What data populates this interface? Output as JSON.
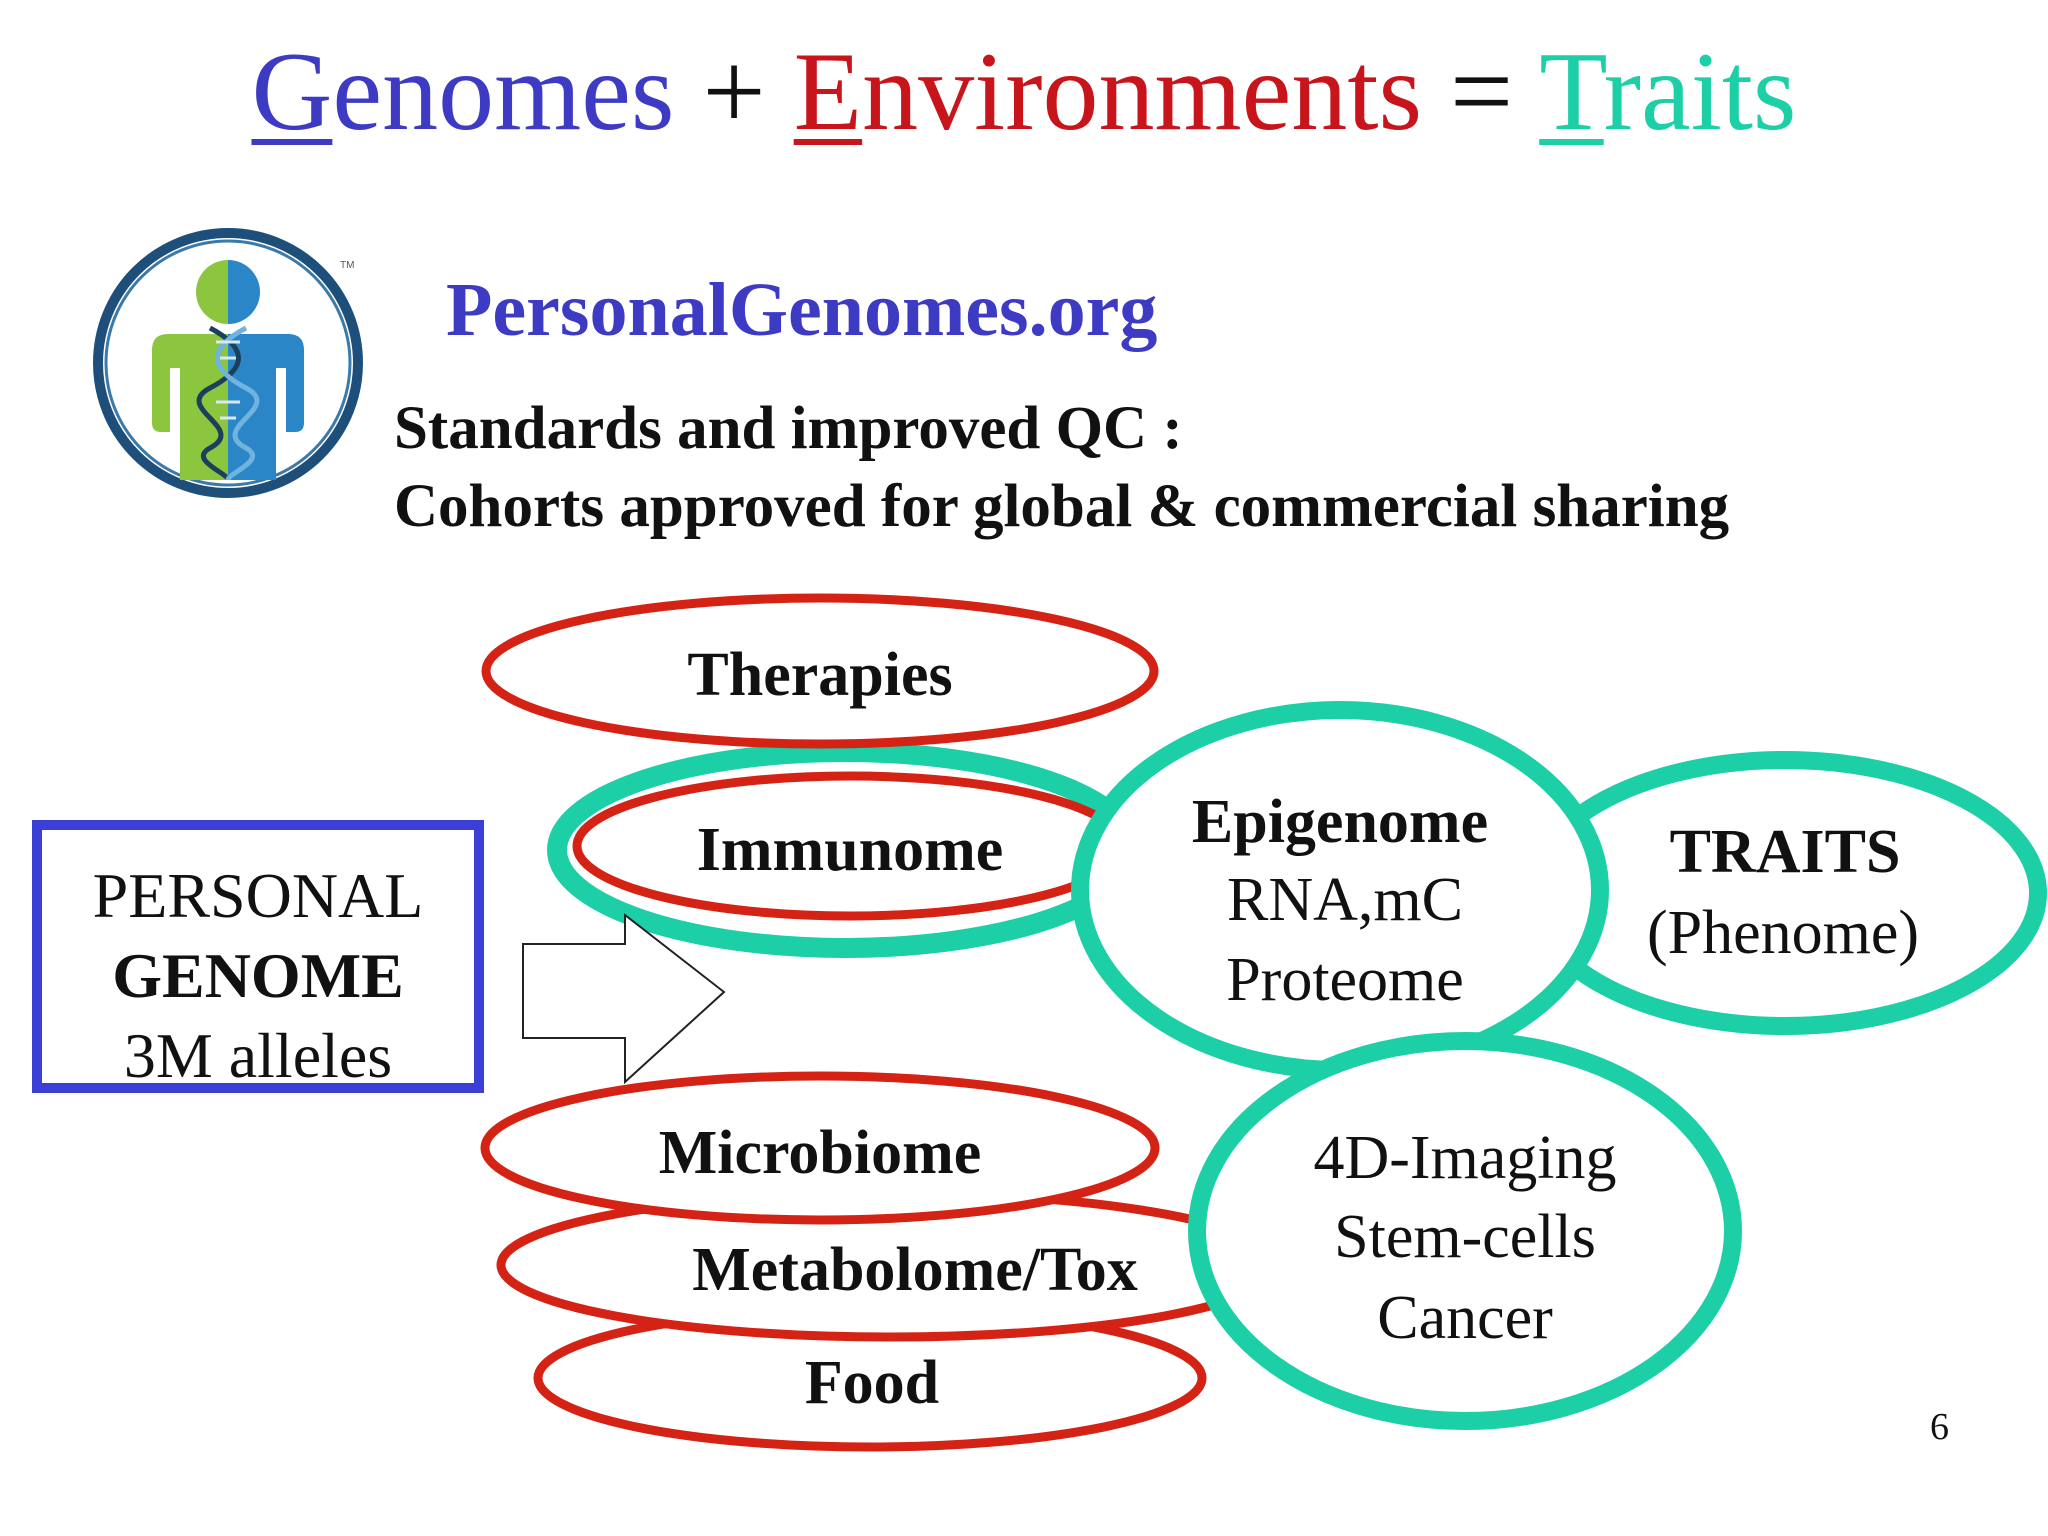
{
  "title": {
    "genomes_initial": "G",
    "genomes_rest": "enomes",
    "plus": "+",
    "environments_initial": "E",
    "environments_rest": "nvironments",
    "equals": "=",
    "traits_initial": "T",
    "traits_rest": "raits"
  },
  "logo": {
    "trademark": "TM"
  },
  "org": "PersonalGenomes.org",
  "subtitle": {
    "line1": "Standards and improved QC :",
    "line2": "Cohorts approved for global & commercial sharing"
  },
  "personal_genome": {
    "line1": "PERSONAL",
    "line2": "GENOME",
    "line3": "3M alleles"
  },
  "environment_nodes": {
    "therapies": "Therapies",
    "immunome": "Immunome",
    "microbiome": "Microbiome",
    "metabolome": "Metabolome/Tox",
    "food": "Food"
  },
  "trait_nodes": {
    "epigenome": {
      "line1": "Epigenome",
      "line2": "RNA,mC",
      "line3": "Proteome"
    },
    "traits": {
      "line1": "TRAITS",
      "line2": "(Phenome)"
    },
    "imaging": {
      "line1": "4D-Imaging",
      "line2": "Stem-cells",
      "line3": "Cancer"
    }
  },
  "colors": {
    "genomes": "#3d3ac4",
    "environments": "#c8141b",
    "traits": "#1ccfa7",
    "box_border": "#3b3fd6"
  },
  "page_number": "6"
}
